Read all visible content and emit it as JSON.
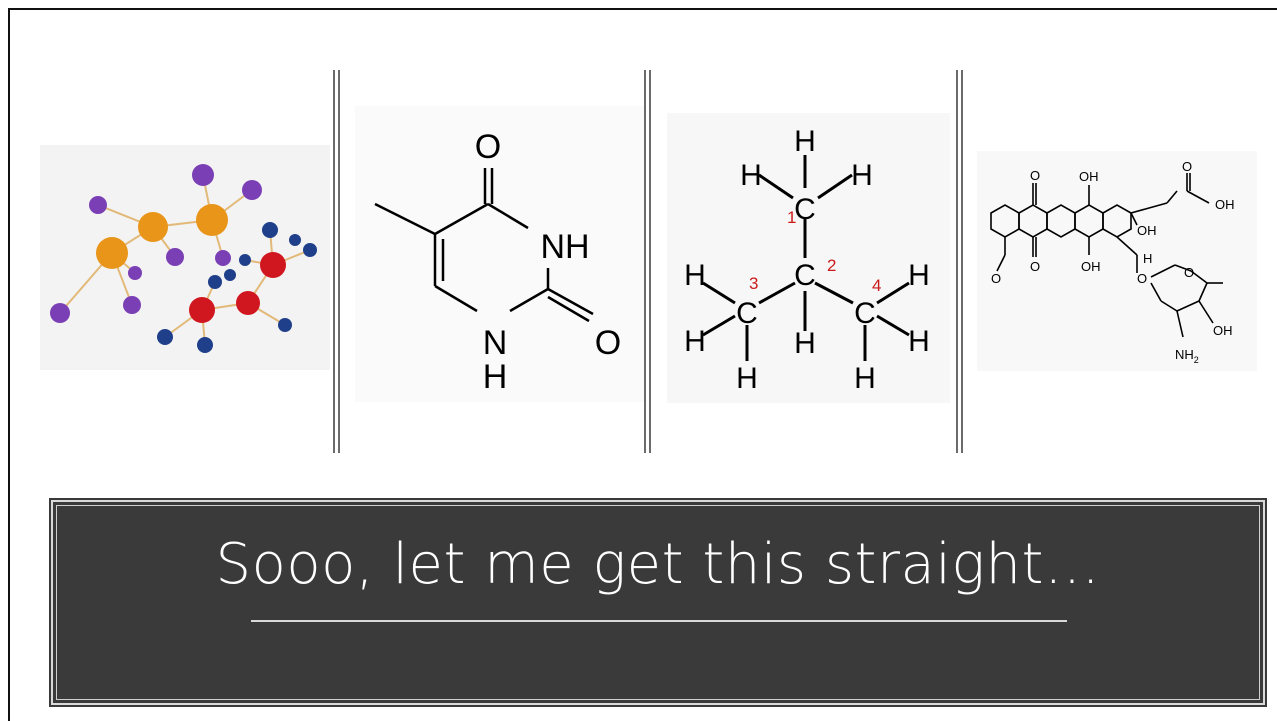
{
  "slide": {
    "title": "Sooo, let me get this straight…"
  },
  "panels": {
    "thymine": {
      "o_top": "O",
      "nh_right": "NH",
      "o_bottom": "O",
      "n_bottom": "N",
      "h_bottom": "H"
    },
    "isobutane": {
      "h": "H",
      "c": "C",
      "labels": [
        "1",
        "2",
        "3",
        "4"
      ],
      "label_color": "#cc1a1a"
    },
    "doxorubicin": {
      "o": "O",
      "oh": "OH",
      "h": "H",
      "nh2_n": "NH",
      "nh2_sub": "2"
    },
    "ball_model": {
      "colors": {
        "orange": "#e8951a",
        "purple": "#7b3fb5",
        "red": "#d0161f",
        "blue": "#1f3f8a",
        "stick": "#e2b978"
      }
    }
  }
}
